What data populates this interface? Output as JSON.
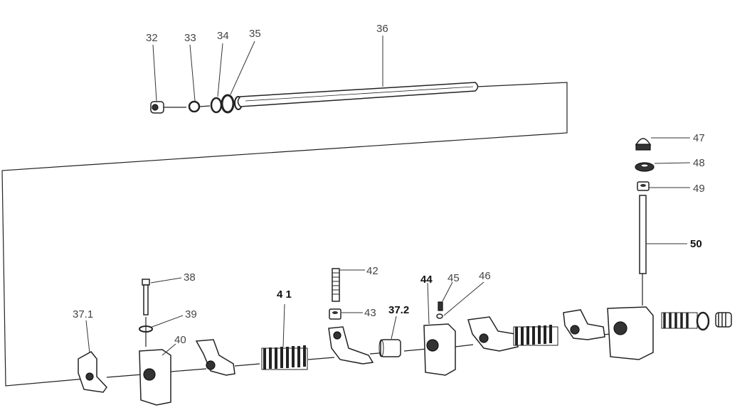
{
  "labels": {
    "l32": "32",
    "l33": "33",
    "l34": "34",
    "l35": "35",
    "l36": "36",
    "l47": "47",
    "l48": "48",
    "l49": "49",
    "l50": "50",
    "l38": "38",
    "l39": "39",
    "l40": "40",
    "l37_1": "37.1",
    "l41": "4 1",
    "l42": "42",
    "l43": "43",
    "l37_2": "37.2",
    "l44": "44",
    "l45": "45",
    "l46": "46"
  }
}
